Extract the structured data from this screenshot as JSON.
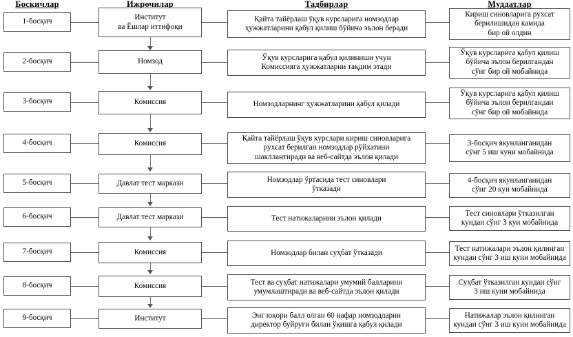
{
  "diagram": {
    "title_row": {
      "headers": [
        {
          "label": "Босқичлар"
        },
        {
          "label": "Ижрочилар"
        },
        {
          "label": "Тадбирлар"
        },
        {
          "label": "Муддатлар"
        }
      ]
    },
    "rows": [
      {
        "stage": "1-босқич",
        "executor": "Институт\nва Ёшлар иттифоқи",
        "executor_lines": [
          "Институт",
          "ва Ёшлар иттифоқи"
        ],
        "measure_lines": [
          "Қайта тайёрлаш ўқув курсларига номзодлар",
          "ҳужжатларини қабул қилиш бўйича эълон беради"
        ],
        "deadline_lines": [
          "Кириш синовларига рухсат",
          "берилишидан камида",
          "бир ой олдин"
        ]
      },
      {
        "stage": "2-босқич",
        "executor_lines": [
          "Номзод"
        ],
        "measure_lines": [
          "Ўқув курсларига қабул қилиниши учун",
          "Комиссияга ҳужжатларни тақдим этади"
        ],
        "deadline_lines": [
          "Ўқув курсларига қабул қилиш",
          "бўйича эълон берилгандан",
          "сўнг бир ой мобайнида"
        ]
      },
      {
        "stage": "3-босқич",
        "executor_lines": [
          "Комиссия"
        ],
        "measure_lines": [
          "Номзодларнинг ҳужжатларини қабул қилади"
        ],
        "deadline_lines": [
          "Ўқув курсларига қабул қилиш",
          "бўйича эълон берилгандан",
          "сўнг бир ой мобайнида"
        ]
      },
      {
        "stage": "4-босқич",
        "executor_lines": [
          "Комиссия"
        ],
        "measure_lines": [
          "Қайта тайёрлаш ўқув курслари кириш синовларига",
          "рухсат берилган номзодлар рўйхатини",
          "шакллантиради ва веб-сайтда эълон қилади"
        ],
        "deadline_lines": [
          "3-босқич якунланганидан",
          "сўнг 5 иш куни мобайнида"
        ]
      },
      {
        "stage": "5-босқич",
        "executor_lines": [
          "Давлат тест маркази"
        ],
        "measure_lines": [
          "Номзодлар ўртасида тест синовлари",
          "ўтказади"
        ],
        "deadline_lines": [
          "4-босқич якунланганидан",
          "сўнг 20 кун мобайнида"
        ]
      },
      {
        "stage": "6-босқич",
        "executor_lines": [
          "Давлат тест маркази"
        ],
        "measure_lines": [
          "Тест натижаларини эълон қилади"
        ],
        "deadline_lines": [
          "Тест синовлари ўтказилган",
          "кундан сўнг 3 кун мобайнида"
        ]
      },
      {
        "stage": "7-босқич",
        "executor_lines": [
          "Комиссия"
        ],
        "measure_lines": [
          "Номзодлар билан суҳбат ўтказади"
        ],
        "deadline_lines": [
          "Тест натижалари эълон қилинган",
          "кундан сўнг 3 иш куни мобайнида"
        ]
      },
      {
        "stage": "8-босқич",
        "executor_lines": [
          "Комиссия"
        ],
        "measure_lines": [
          "Тест ва суҳбат натижалари умумий балларини",
          "умумлаштиради ва веб-сайтда эълон қилади"
        ],
        "deadline_lines": [
          "Суҳбат ўтказилган кундан сўнг",
          "3 иш куни мобайнида"
        ]
      },
      {
        "stage": "9-босқич",
        "executor_lines": [
          "Институт"
        ],
        "measure_lines": [
          "Энг юқори балл олган 60 нафар номзодларни",
          "директор буйруғи билан ўқишга қабул қилади"
        ],
        "deadline_lines": [
          "Натижалар эълон қилинган",
          "кундан сўнг 3 иш куни мобайнида"
        ]
      }
    ],
    "colors": {
      "border": "#4d4d4d",
      "connector": "#555555",
      "background": "#ffffff",
      "text": "#000000"
    }
  }
}
